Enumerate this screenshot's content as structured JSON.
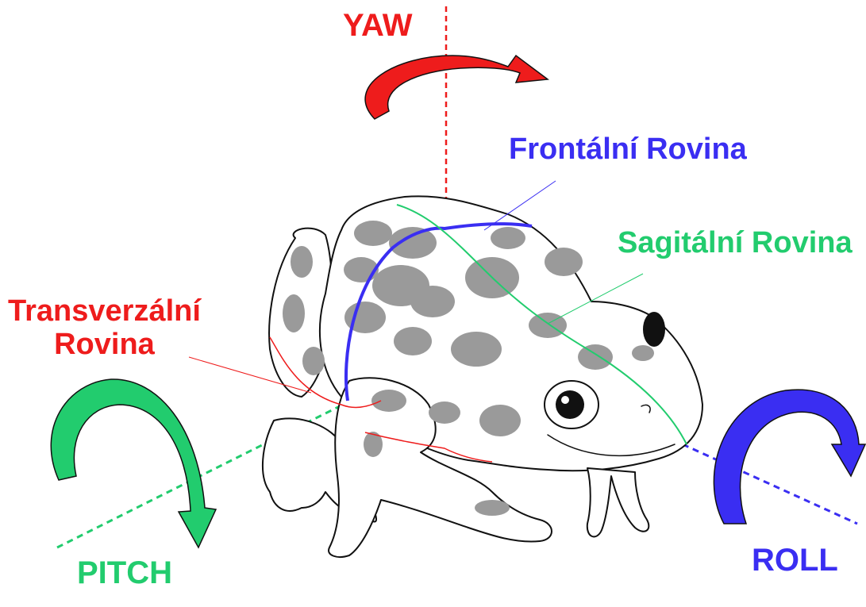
{
  "colors": {
    "yaw": "#ee1c1c",
    "frontal": "#3a2ef2",
    "sagittal": "#22cc6e",
    "transverse": "#ee1c1c",
    "pitch": "#22cc6e",
    "roll": "#3a2ef2",
    "frog_spots": "#9a9a9a",
    "outline": "#111111"
  },
  "labels": {
    "yaw": "YAW",
    "frontal_plane": "Frontální Rovina",
    "sagittal_plane": "Sagitální Rovina",
    "transverse_plane_line1": "Transverzální",
    "transverse_plane_line2": "Rovina",
    "pitch": "PITCH",
    "roll": "ROLL"
  },
  "icons": [
    "yaw-rotation-arrow-icon",
    "pitch-rotation-arrow-icon",
    "roll-rotation-arrow-icon",
    "frog-illustration"
  ]
}
